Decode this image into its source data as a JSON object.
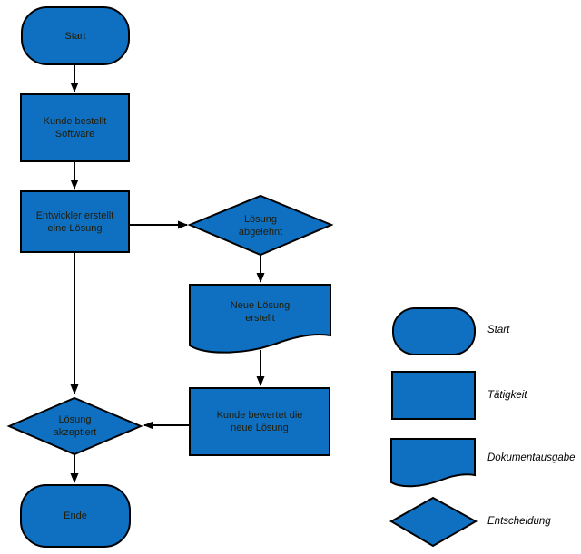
{
  "colors": {
    "shape_fill": "#0f70c2",
    "shape_border": "#000000",
    "arrow": "#000000",
    "node_text": "#221c06",
    "legend_text": "#000000",
    "background": "#ffffff"
  },
  "flowchart": {
    "nodes": {
      "start": {
        "type": "start",
        "label": "Start"
      },
      "bestellt": {
        "type": "task",
        "label": "Kunde bestellt\nSoftware"
      },
      "entwickelt": {
        "type": "task",
        "label": "Entwickler erstellt\neine Lösung"
      },
      "abgelehnt": {
        "type": "decision",
        "label": "Lösung\nabgelehnt"
      },
      "neue_loesung": {
        "type": "document",
        "label": "Neue Lösung\nerstellt"
      },
      "bewertet": {
        "type": "task",
        "label": "Kunde bewertet die\nneue Lösung"
      },
      "akzeptiert": {
        "type": "decision",
        "label": "Lösung\nakzeptiert"
      },
      "ende": {
        "type": "end",
        "label": "Ende"
      }
    },
    "edges": [
      {
        "from": "start",
        "to": "bestellt"
      },
      {
        "from": "bestellt",
        "to": "entwickelt"
      },
      {
        "from": "entwickelt",
        "to": "abgelehnt"
      },
      {
        "from": "abgelehnt",
        "to": "neue_loesung"
      },
      {
        "from": "neue_loesung",
        "to": "bewertet"
      },
      {
        "from": "bewertet",
        "to": "akzeptiert"
      },
      {
        "from": "entwickelt",
        "to": "akzeptiert"
      },
      {
        "from": "akzeptiert",
        "to": "ende"
      }
    ]
  },
  "legend": {
    "items": [
      {
        "shape": "start",
        "label": "Start"
      },
      {
        "shape": "task",
        "label": "Tätigkeit"
      },
      {
        "shape": "document",
        "label": "Dokumentausgabe"
      },
      {
        "shape": "decision",
        "label": "Entscheidung"
      }
    ]
  }
}
